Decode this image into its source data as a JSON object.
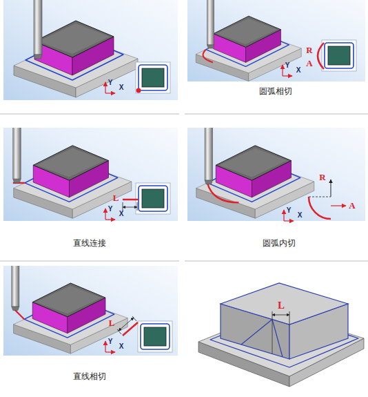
{
  "diagram": {
    "labels": [
      "Y",
      "X",
      "R",
      "A",
      "Y",
      "X",
      "圆弧相切",
      "L",
      "Y",
      "X",
      "直线连接",
      "R",
      "A",
      "Y",
      "X",
      "圆弧内切",
      "L",
      "Y",
      "X",
      "直线相切",
      "L"
    ]
  }
}
